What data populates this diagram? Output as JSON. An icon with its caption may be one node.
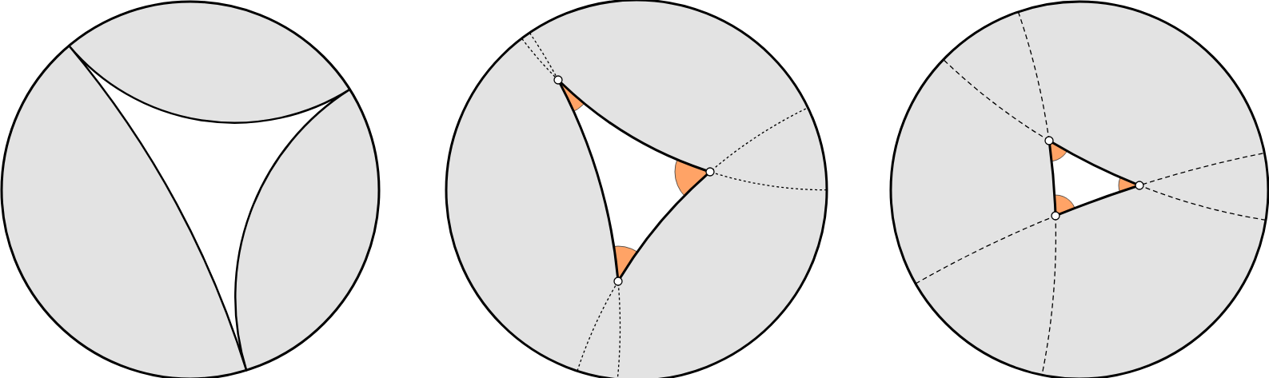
{
  "diagram": {
    "nodes": [
      {
        "text": [],
        "shape": "circle"
      },
      {
        "text": [],
        "shape": "circle"
      },
      {
        "text": [],
        "shape": "circle"
      },
      {
        "text": [],
        "shape": "circle",
        "in": 1
      },
      {
        "text": [],
        "shape": "circle",
        "in": 1
      },
      {
        "text": [],
        "shape": "circle",
        "in": 1
      },
      {
        "text": [],
        "shape": "circle",
        "in": 2
      },
      {
        "text": [],
        "shape": "circle",
        "in": 2
      },
      {
        "text": [],
        "shape": "circle",
        "in": 2
      }
    ],
    "edges": [
      {
        "from": 3,
        "to": 4,
        "arrow": "none"
      },
      {
        "from": 4,
        "to": 5,
        "arrow": "none"
      },
      {
        "from": 5,
        "to": 3,
        "arrow": "none"
      },
      {
        "from": 6,
        "to": 7,
        "arrow": "none"
      },
      {
        "from": 7,
        "to": 8,
        "arrow": "none"
      },
      {
        "from": 8,
        "to": 6,
        "arrow": "none"
      }
    ]
  }
}
